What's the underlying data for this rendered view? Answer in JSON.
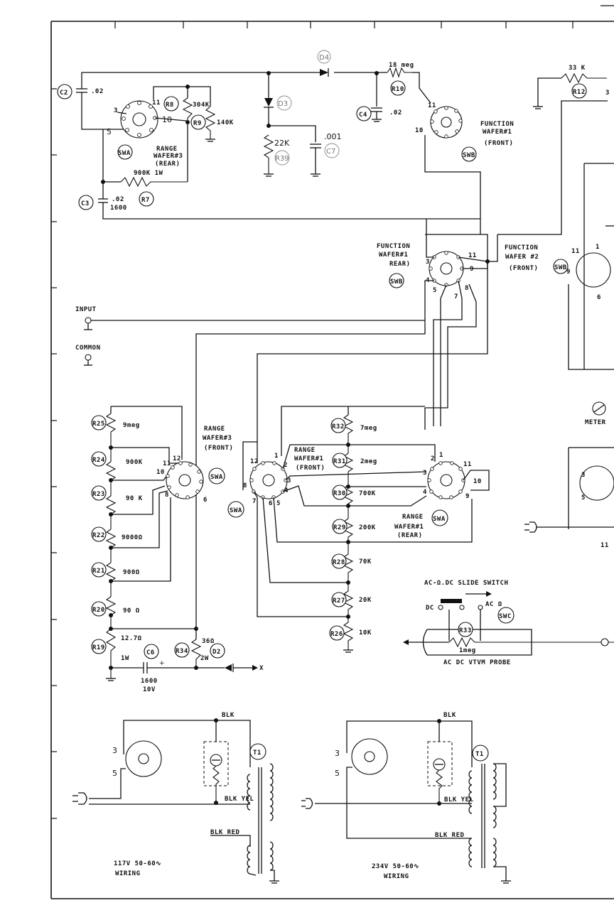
{
  "labels": {
    "c2": "C2",
    "c2_val": ".02",
    "c3": "C3",
    "c3_val": ".02",
    "c3_val2": "1600",
    "c4": "C4",
    "c4_val": ".02",
    "c6": "C6",
    "c6_val": "1600",
    "c6_val2": "10V",
    "c7": "C7",
    "c7_val": ".001",
    "d2": "D2",
    "d3": "D3",
    "d4": "D4",
    "r7": "R7",
    "r7_val": "900K 1W",
    "r8": "R8",
    "r8_val": "304K",
    "r9": "R9",
    "r9_val": "140K",
    "r10": "R10",
    "r10_val": "18 meg",
    "r12": "R12",
    "r12_val": "33 K",
    "r39": "R39",
    "r39_val": "22K",
    "r19": "R19",
    "r19_val": "12.7Ω",
    "r19_val2": "1W",
    "r20": "R20",
    "r20_val": "90 Ω",
    "r21": "R21",
    "r21_val": "900Ω",
    "r22": "R22",
    "r22_val": "9000Ω",
    "r23": "R23",
    "r23_val": "90 K",
    "r24": "R24",
    "r24_val": "900K",
    "r25": "R25",
    "r25_val": "9meg",
    "r26": "R26",
    "r26_val": "10K",
    "r27": "R27",
    "r27_val": "20K",
    "r28": "R28",
    "r28_val": "70K",
    "r29": "R29",
    "r29_val": "200K",
    "r30": "R30",
    "r30_val": "700K",
    "r31": "R31",
    "r31_val": "2meg",
    "r32": "R32",
    "r32_val": "7meg",
    "r33": "R33",
    "r33_val": "1meg",
    "r34": "R34",
    "r34_val": "36Ω",
    "r34_val2": "2W",
    "swa": "SWA",
    "swb": "SWB",
    "swc": "SWC",
    "range_wafer3_rear": [
      "RANGE",
      "WAFER#3",
      "(REAR)"
    ],
    "range_wafer3_front": [
      "RANGE",
      "WAFER#3",
      "(FRONT)"
    ],
    "range_wafer1_front": [
      "RANGE",
      "WAFER#1",
      "(FRONT)"
    ],
    "range_wafer1_rear": [
      "RANGE",
      "WAFER#1",
      "(REAR)"
    ],
    "function_wafer1_front": [
      "FUNCTION",
      "WAFER#1",
      "(FRONT)"
    ],
    "function_wafer1_rear": [
      "FUNCTION",
      "WAFER#1",
      "REAR)"
    ],
    "function_wafer2_front": [
      "FUNCTION",
      "WAFER #2",
      "(FRONT)"
    ],
    "input": "INPUT",
    "common": "COMMON",
    "meter": "METER",
    "ac_dc_switch": "AC-Ω.DC SLIDE SWITCH",
    "dc": "DC",
    "ac_ohm": "AC Ω",
    "probe": "AC DC VTVM  PROBE",
    "x": "X",
    "blk": "BLK",
    "blk_yel": "BLK YEL",
    "blk_red": "BLK RED",
    "t1": "T1",
    "wiring_117": [
      "117V 50-60∿",
      "WIRING"
    ],
    "wiring_234": [
      "234V 50-60∿",
      "WIRING"
    ],
    "pin_3": "3",
    "pin_5": "5",
    "pin_10": "10",
    "pin_11": "11",
    "pin_12": "12",
    "pin_1": "1",
    "pin_2": "2",
    "pin_4": "4",
    "pin_6": "6",
    "pin_7": "7",
    "pin_8": "8",
    "pin_9": "9"
  }
}
